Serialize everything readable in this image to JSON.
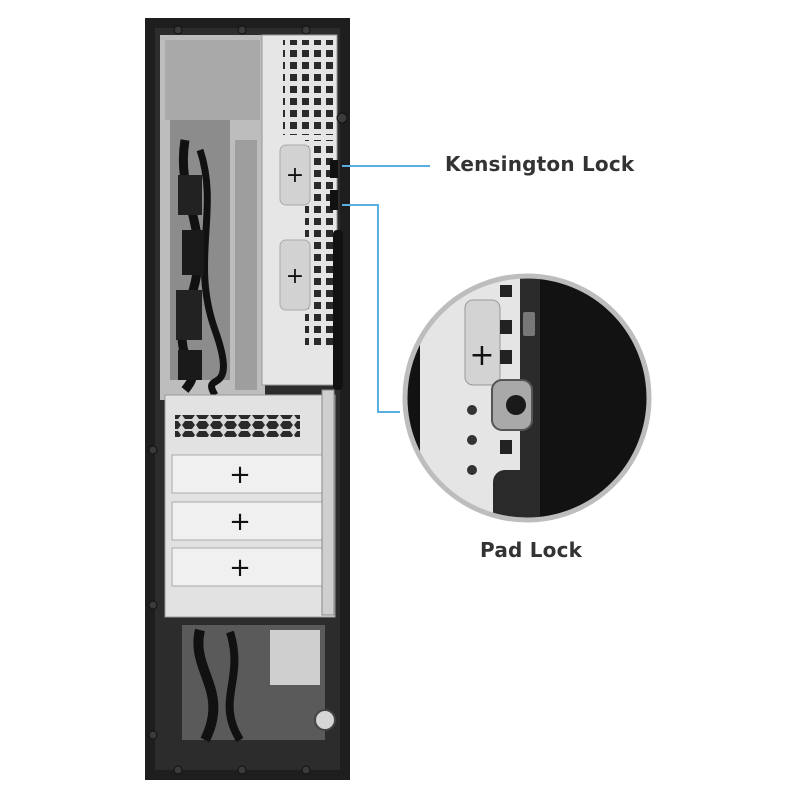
{
  "image": {
    "subject": "small form factor computer case",
    "colors": {
      "background": "#ffffff",
      "case_frame": "#1e1e1e",
      "metal_panel": "#e6e6e6",
      "callout_line": "#5aaee0",
      "label_text": "#333333"
    }
  },
  "callouts": {
    "kensington": {
      "label": "Kensington Lock"
    },
    "padlock": {
      "label": "Pad Lock"
    }
  }
}
